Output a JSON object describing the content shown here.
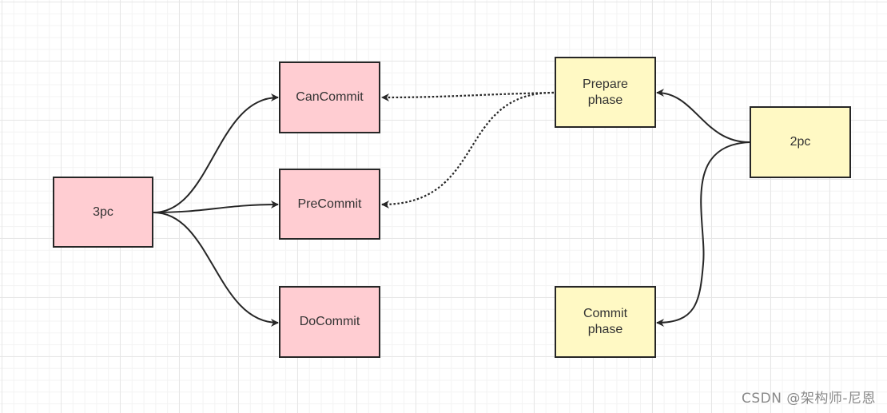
{
  "diagram": {
    "nodes": {
      "three_pc": "3pc",
      "can_commit": "CanCommit",
      "pre_commit": "PreCommit",
      "do_commit": "DoCommit",
      "two_pc": "2pc",
      "prepare_phase": "Prepare\nphase",
      "commit_phase": "Commit\nphase"
    },
    "colors": {
      "three_pc_fill": "#ffcdd2",
      "two_pc_fill": "#fff9c4",
      "stroke": "#262626"
    }
  },
  "watermark": "CSDN @架构师-尼恩"
}
